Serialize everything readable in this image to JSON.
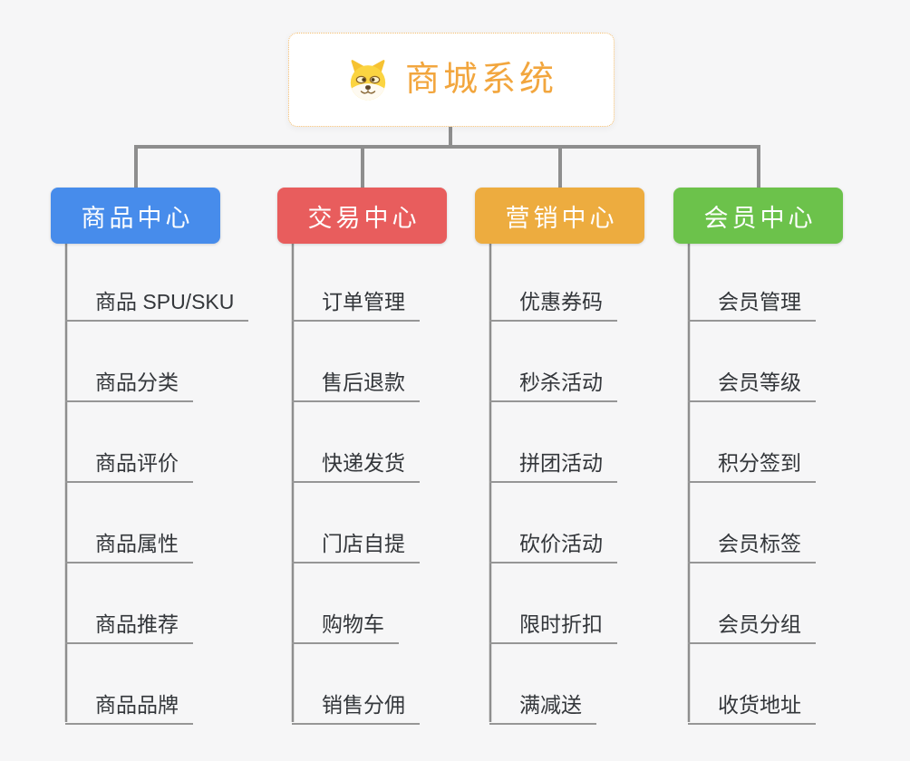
{
  "root": {
    "label": "商城系统",
    "icon": "dog-icon"
  },
  "branches": [
    {
      "label": "商品中心",
      "color": "#478CEB",
      "items": [
        "商品 SPU/SKU",
        "商品分类",
        "商品评价",
        "商品属性",
        "商品推荐",
        "商品品牌"
      ]
    },
    {
      "label": "交易中心",
      "color": "#E85D5D",
      "items": [
        "订单管理",
        "售后退款",
        "快递发货",
        "门店自提",
        "购物车",
        "销售分佣"
      ]
    },
    {
      "label": "营销中心",
      "color": "#EDAC3F",
      "items": [
        "优惠券码",
        "秒杀活动",
        "拼团活动",
        "砍价活动",
        "限时折扣",
        "满减送"
      ]
    },
    {
      "label": "会员中心",
      "color": "#6CC24B",
      "items": [
        "会员管理",
        "会员等级",
        "积分签到",
        "会员标签",
        "会员分组",
        "收货地址"
      ]
    }
  ],
  "colors": {
    "canvas_background": "#F6F6F7",
    "root_text": "#F2A63E",
    "root_border": "#F3BD6E",
    "connector_line": "#8E8E8E",
    "leaf_underline": "#969696",
    "leaf_text": "#33363A",
    "branch_text": "#FFFFFF"
  }
}
